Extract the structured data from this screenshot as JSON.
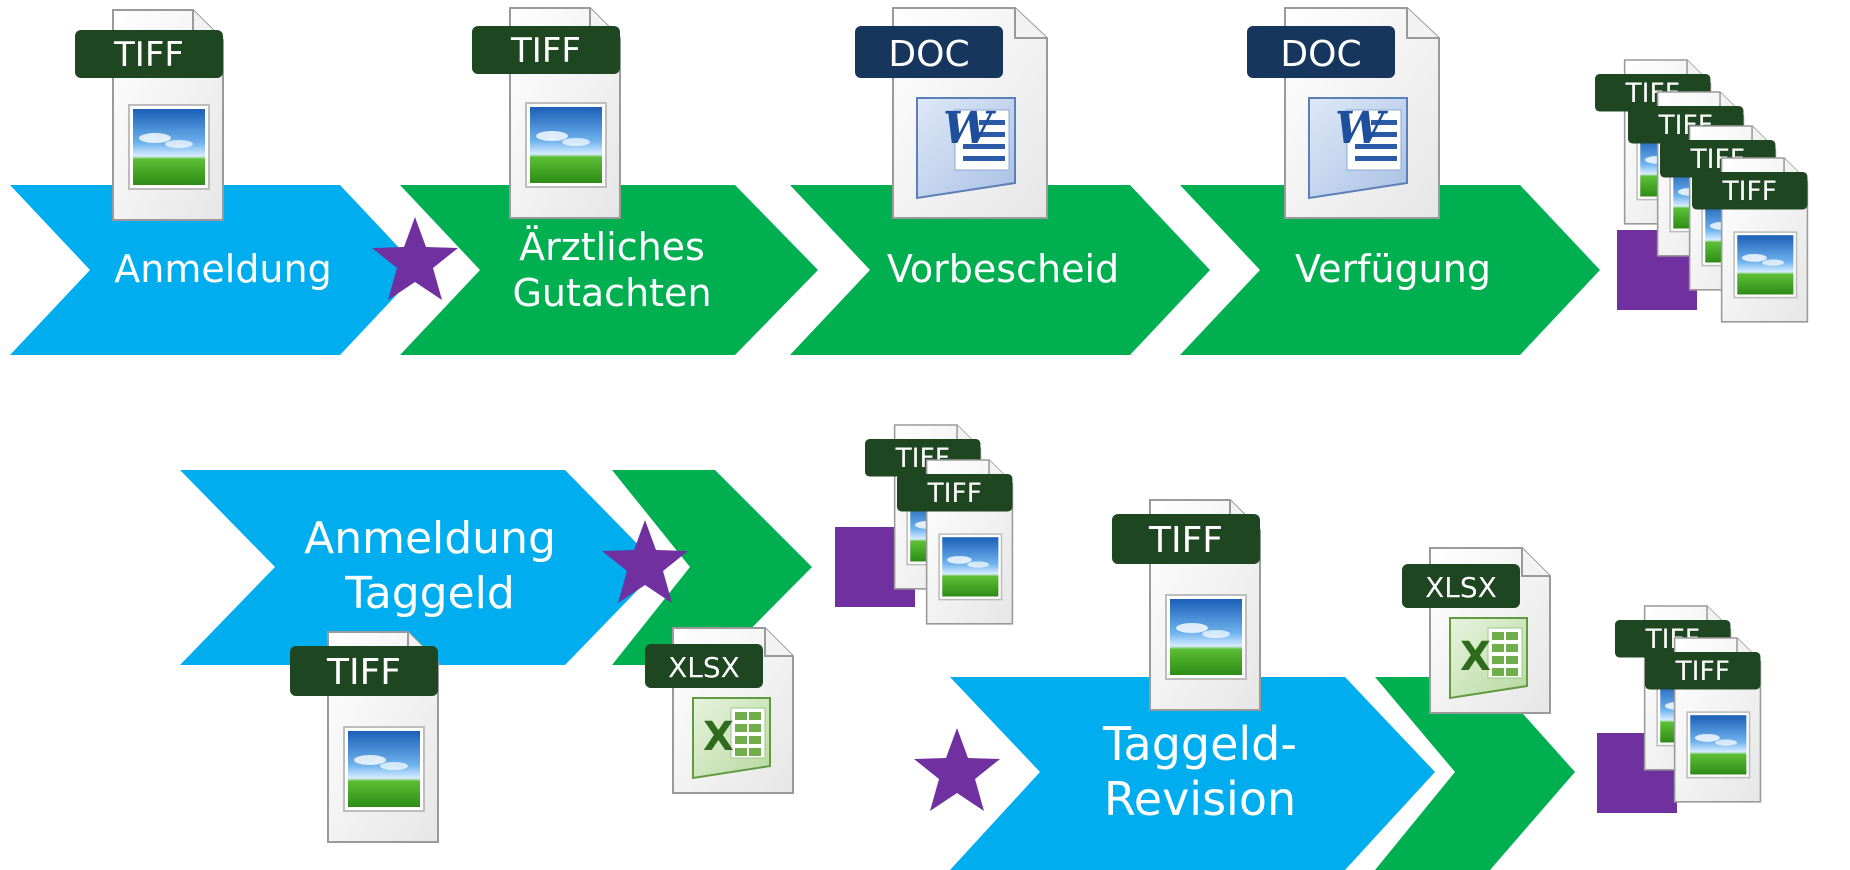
{
  "colors": {
    "blue": "#00ADEF",
    "green": "#00B050",
    "purple": "#7030A0",
    "tiff_tag": "#1E4620",
    "doc_tag": "#17365D",
    "xlsx_tag": "#1E4620"
  },
  "row1": {
    "steps": [
      {
        "label": "Anmeldung",
        "color": "blue",
        "file": "TIFF"
      },
      {
        "label_line1": "Ärztliches",
        "label_line2": "Gutachten",
        "color": "green",
        "file": "TIFF"
      },
      {
        "label": "Vorbescheid",
        "color": "green",
        "file": "DOC"
      },
      {
        "label": "Verfügung",
        "color": "green",
        "file": "DOC"
      }
    ],
    "stack_tags": [
      "TIFF",
      "TIFF",
      "TIFF",
      "TIFF"
    ]
  },
  "row2": {
    "taggeld": {
      "label_line1": "Anmeldung",
      "label_line2": "Taggeld",
      "file": "TIFF",
      "xlsx": "XLSX"
    },
    "middle_stack_tags": [
      "TIFF",
      "TIFF"
    ],
    "revision": {
      "label_line1": "Taggeld-",
      "label_line2": "Revision",
      "file": "TIFF",
      "xlsx": "XLSX"
    },
    "right_stack_tags": [
      "TIFF",
      "TIFF"
    ]
  },
  "icons": {
    "star": "star-icon",
    "image_file": "image-file-icon",
    "word_file": "word-file-icon",
    "excel_file": "excel-file-icon",
    "purple_square": "purple-square-icon"
  }
}
